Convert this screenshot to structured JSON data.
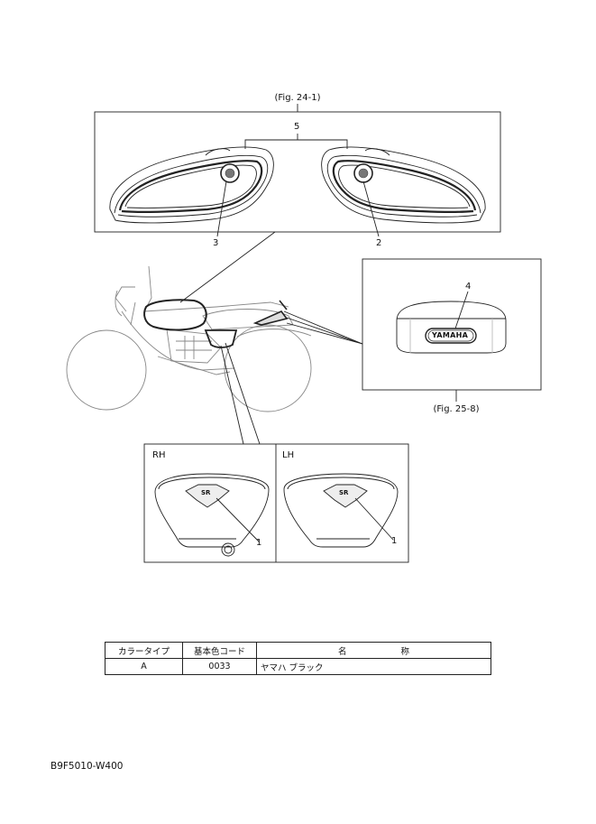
{
  "figure_refs": {
    "top": "(Fig. 24-1)",
    "right": "(Fig. 25-8)"
  },
  "callouts": [
    "1",
    "1",
    "2",
    "3",
    "4",
    "5"
  ],
  "side_labels": {
    "rh": "RH",
    "lh": "LH"
  },
  "badge_text": {
    "yamaha": "YAMAHA",
    "sr": "SR"
  },
  "table": {
    "headers": [
      "カラータイプ",
      "基本色コード"
    ],
    "name_header_chars": [
      "名",
      "称"
    ],
    "rows": [
      {
        "type": "A",
        "code": "0033",
        "name": "ヤマハ ブラック"
      }
    ]
  },
  "doc_code": "B9F5010-W400"
}
